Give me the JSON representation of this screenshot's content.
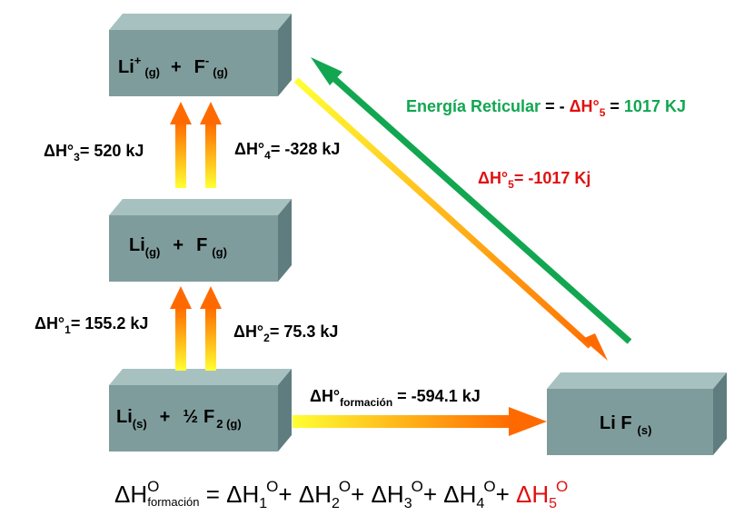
{
  "boxes": {
    "ions_gas": {
      "a": "Li",
      "a_sup": "+",
      "a_sub": "(g)",
      "plus": "+",
      "b": "F",
      "b_sup": "-",
      "b_sub": "(g)"
    },
    "atoms_gas": {
      "a": "Li",
      "a_sub": "(g)",
      "plus": "+",
      "b": "F",
      "b_sub": "(g)"
    },
    "elements": {
      "a": "Li",
      "a_sub": "(s)",
      "plus": "+",
      "half": "½",
      "b": "F",
      "b_sub": "2 (g)"
    },
    "product": {
      "a": "Li F",
      "a_sub": "(s)"
    }
  },
  "steps": {
    "dh1": {
      "prefix": "ΔH°",
      "sub": "1",
      "value": "= 155.2 kJ"
    },
    "dh2": {
      "prefix": "ΔH°",
      "sub": "2",
      "value": "= 75.3 kJ"
    },
    "dh3": {
      "prefix": "ΔH°",
      "sub": "3",
      "value": "= 520 kJ"
    },
    "dh4": {
      "prefix": "ΔH°",
      "sub": "4",
      "value": "= -328 kJ"
    },
    "formation": {
      "prefix": "ΔH°",
      "sub": "formación",
      "value": " = -594.1 kJ"
    },
    "dh5": {
      "prefix": "ΔH°",
      "sub": "5",
      "value": "=  -1017 Kj"
    }
  },
  "lattice_energy": {
    "label": "Energía Reticular",
    "eq": " = ",
    "neg": "- ",
    "dh": "ΔH°",
    "sub": "5",
    "eq2": "  =  ",
    "value": "1017 KJ"
  },
  "equation": {
    "lhs": "ΔH",
    "lhs_sup": "O",
    "lhs_sub": "formación",
    "equals": " = ",
    "terms": [
      {
        "h": "ΔH",
        "sub": "1",
        "sup": "O",
        "op": "+ "
      },
      {
        "h": "ΔH",
        "sub": "2",
        "sup": "O",
        "op": "+ "
      },
      {
        "h": "ΔH",
        "sub": "3",
        "sup": "O",
        "op": "+ "
      },
      {
        "h": "ΔH",
        "sub": "4",
        "sup": "O",
        "op": "+ "
      },
      {
        "h": "ΔH",
        "sub": "5",
        "sup": "O",
        "op": ""
      }
    ]
  },
  "colors": {
    "box_front": "#7f9c9c",
    "box_top": "#a7c1c1",
    "box_side": "#5f7d7e",
    "arrow_start": "#ffff33",
    "arrow_end": "#ff6a00",
    "green": "#12a651",
    "red": "#e01010"
  }
}
